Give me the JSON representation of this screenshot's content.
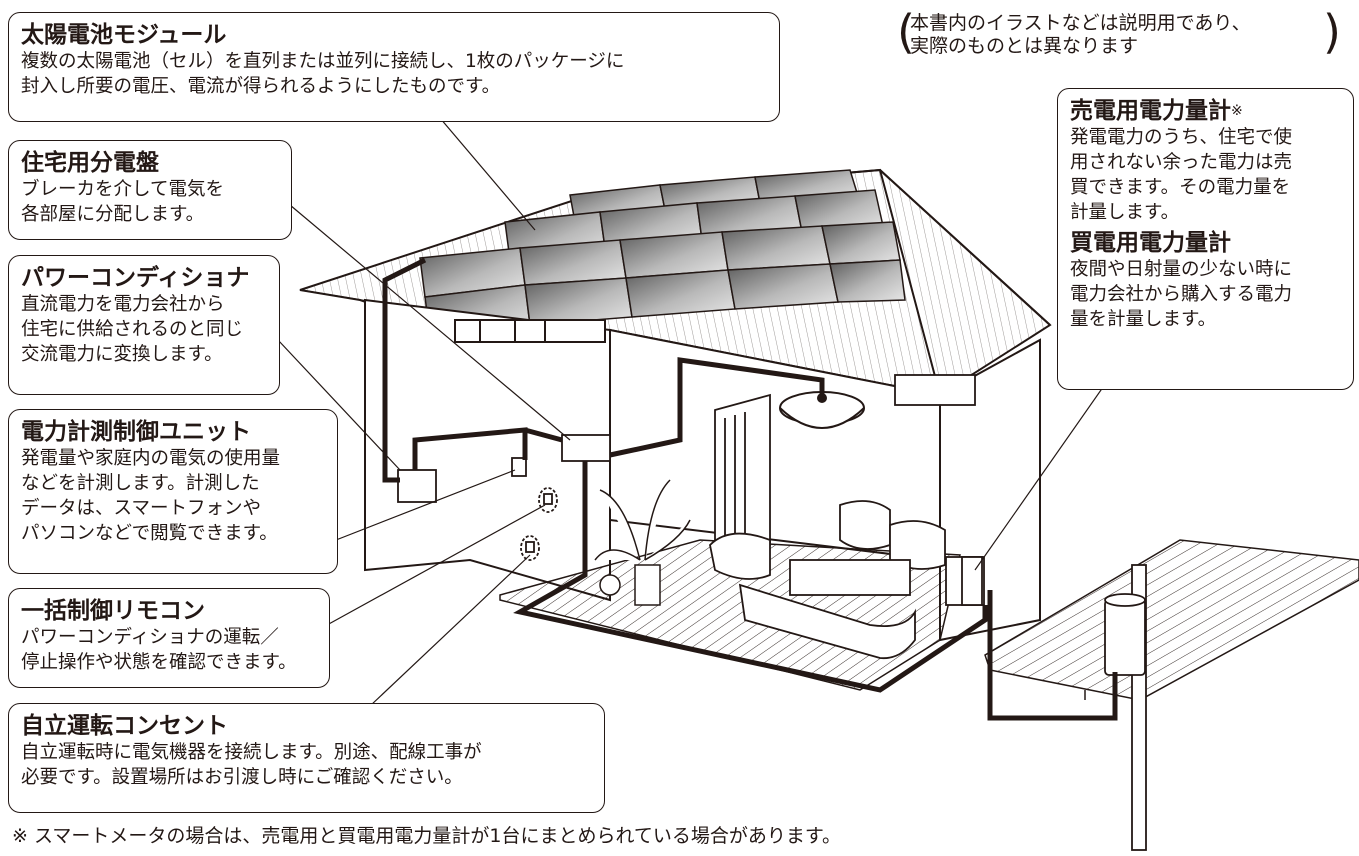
{
  "disclaimer": "本書内のイラストなどは説明用であり、\n実際のものとは異なります",
  "callouts": {
    "solar_module": {
      "title": "太陽電池モジュール",
      "desc": "複数の太陽電池（セル）を直列または並列に接続し、1枚のパッケージに\n封入し所要の電圧、電流が得られるようにしたものです。"
    },
    "distribution_board": {
      "title": "住宅用分電盤",
      "desc": "ブレーカを介して電気を\n各部屋に分配します。"
    },
    "power_conditioner": {
      "title": "パワーコンディショナ",
      "desc": "直流電力を電力会社から\n住宅に供給されるのと同じ\n交流電力に変換します。"
    },
    "measurement_unit": {
      "title": "電力計測制御ユニット",
      "desc": "発電量や家庭内の電気の使用量\nなどを計測します。計測した\nデータは、スマートフォンや\nパソコンなどで閲覧できます。"
    },
    "remote_control": {
      "title": "一括制御リモコン",
      "desc": "パワーコンディショナの運転／\n停止操作や状態を確認できます。"
    },
    "outlet": {
      "title": "自立運転コンセント",
      "desc": "自立運転時に電気機器を接続します。別途、配線工事が\n必要です。設置場所はお引渡し時にご確認ください。"
    },
    "meters": {
      "sell_title": "売電用電力量計",
      "sell_mark": "※",
      "sell_desc": "発電電力のうち、住宅で使\n用されない余った電力は売\n買できます。その電力量を\n計量します。",
      "buy_title": "買電用電力量計",
      "buy_desc": "夜間や日射量の少ない時に\n電力会社から購入する電力\n量を計量します。"
    }
  },
  "footnote": "※ スマートメータの場合は、売電用と買電用電力量計が1台にまとめられている場合があります。"
}
